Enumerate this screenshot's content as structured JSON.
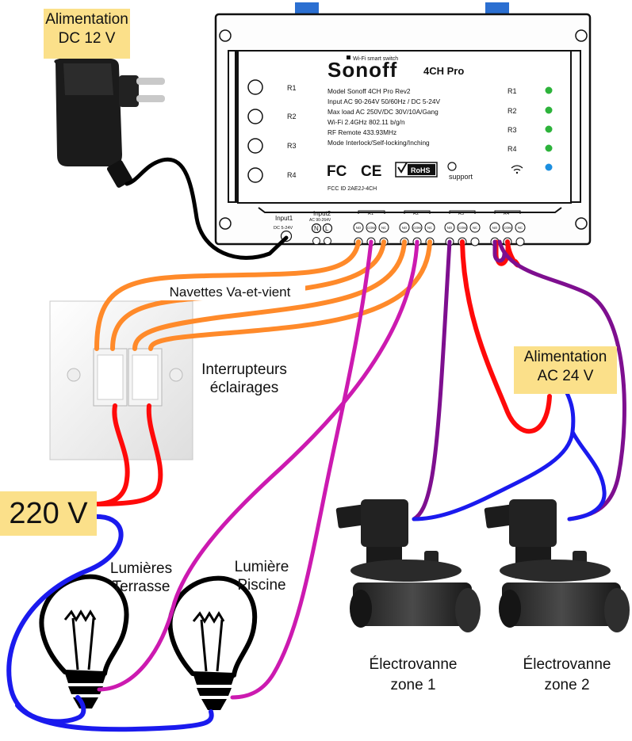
{
  "power_adapter": {
    "label_line1": "Alimentation",
    "label_line2": "DC 12 V"
  },
  "ac24": {
    "label_line1": "Alimentation",
    "label_line2": "AC 24 V"
  },
  "mains": {
    "label": "220 V"
  },
  "sonoff": {
    "brand_tagline": "Wi-Fi smart switch",
    "brand": "Sonoff",
    "model_name": "4CH Pro",
    "specs": [
      "Model  Sonoff 4CH Pro Rev2",
      "Input AC 90-264V  50/60Hz / DC 5-24V",
      "Max load  AC 250V/DC 30V/10A/Gang",
      "Wi-Fi  2.4GHz 802.11 b/g/n",
      "RF Remote  433.93MHz",
      "Mode  Interlock/Self-locking/Inching"
    ],
    "fcc_id": "FCC ID  2AE2J-4CH",
    "cert_fc": "FC",
    "cert_ce": "CE",
    "cert_rohs": "RoHS",
    "cert_support": "support",
    "left_relays": [
      "R1",
      "R2",
      "R3",
      "R4"
    ],
    "right_relays": [
      "R1",
      "R2",
      "R3",
      "R4"
    ],
    "input1": {
      "title": "Input1",
      "sub": "DC 5-24V"
    },
    "input2": {
      "title": "Input2",
      "sub": "AC 90-264V",
      "n": "N",
      "l": "L"
    },
    "relay_groups": [
      "R1",
      "R2",
      "R3",
      "R4"
    ],
    "terminal_labels": [
      "NO",
      "COM",
      "NC"
    ]
  },
  "labels": {
    "navettes": "Navettes Va-et-vient",
    "switches_line1": "Interrupteurs",
    "switches_line2": "éclairages",
    "lamp1_line1": "Lumières",
    "lamp1_line2": "Terrasse",
    "lamp2_line1": "Lumière",
    "lamp2_line2": "Piscine",
    "valve1_line1": "Électrovanne",
    "valve1_line2": "zone 1",
    "valve2_line1": "Électrovanne",
    "valve2_line2": "zone 2"
  },
  "colors": {
    "wire_orange": "#ff8a2a",
    "wire_red": "#ff0a0a",
    "wire_blue": "#1a1aee",
    "wire_magenta": "#cc1ab0",
    "wire_purple": "#7e0f8f",
    "wire_black": "#000000",
    "tag_yellow": "#fbe08a",
    "led_green": "#2db33b",
    "led_blue": "#1c8fe0"
  }
}
